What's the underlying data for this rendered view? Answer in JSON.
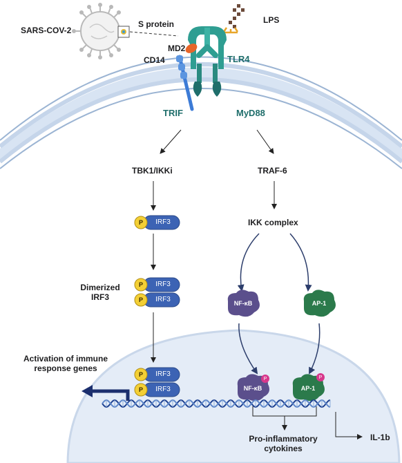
{
  "labels": {
    "sars": "SARS-COV-2",
    "s_protein": "S protein",
    "lps": "LPS",
    "md2": "MD2",
    "cd14": "CD14",
    "tlr4": "TLR4",
    "trif": "TRIF",
    "myd88": "MyD88",
    "tbk1": "TBK1/IKKi",
    "traf6": "TRAF-6",
    "irf3": "IRF3",
    "p": "P",
    "dimerized": "Dimerized IRF3",
    "ikk": "IKK complex",
    "nfkb": "NF-κB",
    "ap1": "AP-1",
    "activation": "Activation of immune response genes",
    "proinflammatory": "Pro-inflammatory cytokines",
    "il1b": "IL-1b"
  },
  "colors": {
    "membrane_outer": "#dfe9f5",
    "membrane_inner": "#b9cde6",
    "membrane_line": "#8ea7c6",
    "nucleus": "#e6eef8",
    "tlr4": "#2f9e92",
    "tlr4_dark": "#1f6e6b",
    "md2": "#e8662a",
    "cd14": "#3c7bd6",
    "irf3": "#3c63b4",
    "phospho": "#f3cf35",
    "nfkb": "#5b4f8c",
    "ap1": "#2b7a4b",
    "phospho_pink": "#d7388c",
    "arrow_dark": "#1c2f6e",
    "dna": "#1c3f8f"
  }
}
